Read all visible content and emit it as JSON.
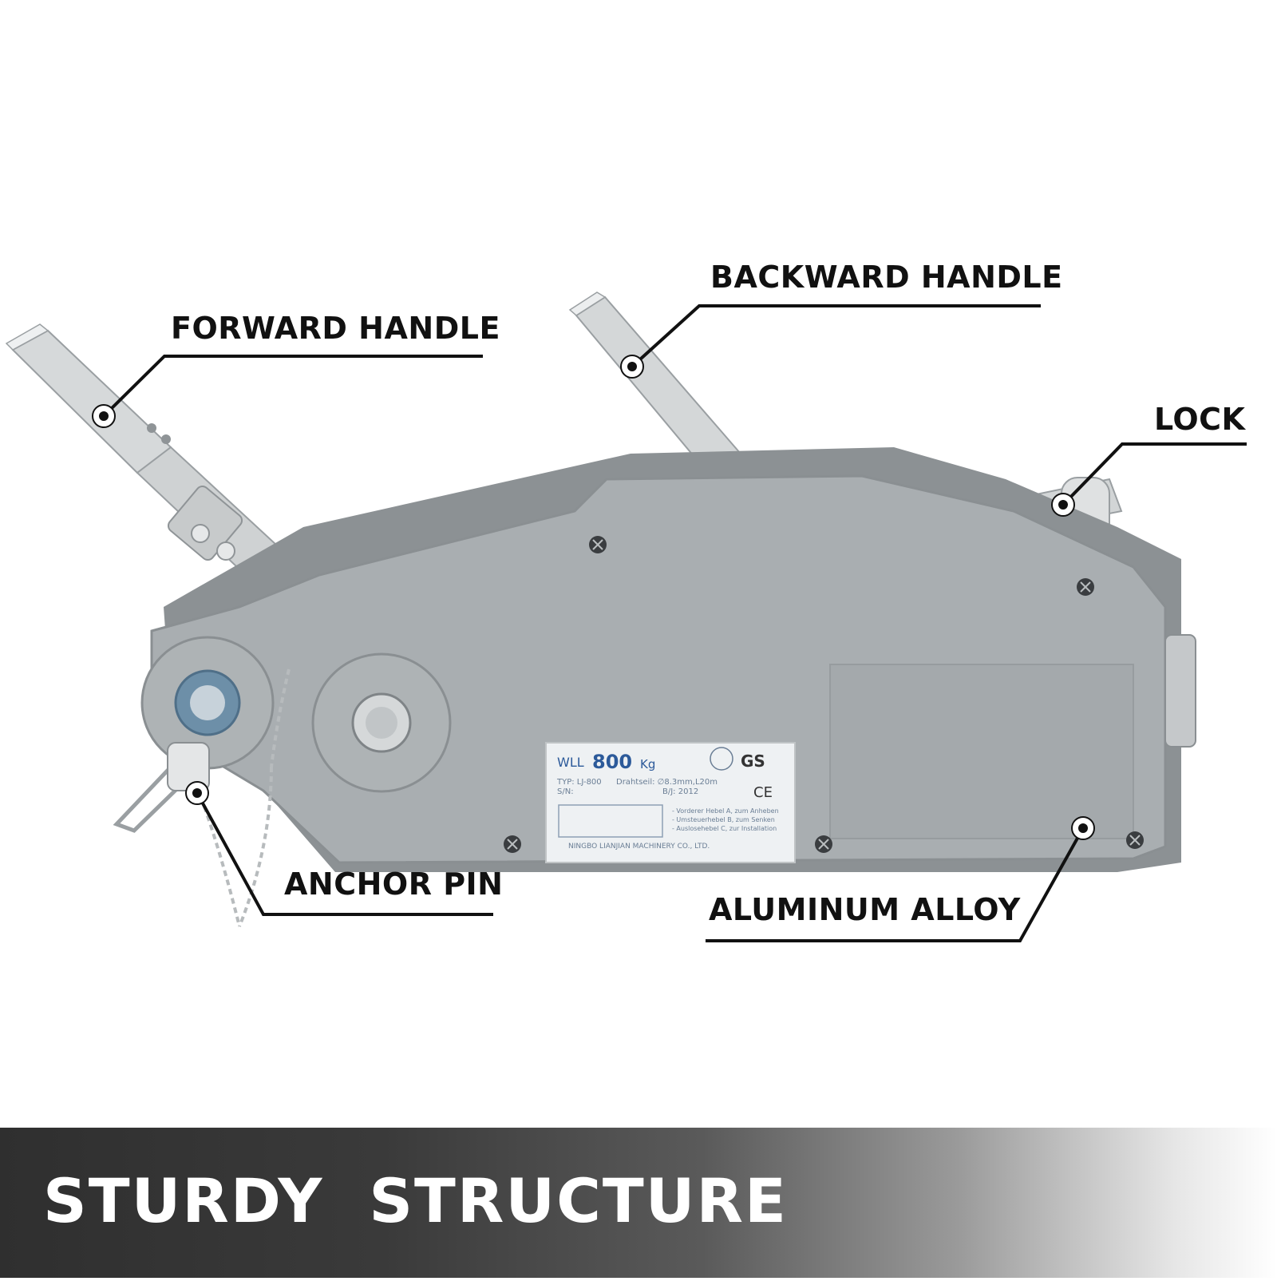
{
  "callouts": {
    "forward_handle": "FORWARD HANDLE",
    "backward_handle": "BACKWARD HANDLE",
    "lock": "LOCK",
    "anchor_pin": "ANCHOR PIN",
    "aluminum_alloy": "ALUMINUM ALLOY"
  },
  "nameplate": {
    "wll_label": "WLL",
    "wll_value": "800",
    "wll_unit": "Kg",
    "type_line": "TYP: LJ-800",
    "sn_line": "S/N:",
    "wire_line": "Drahtseil: ∅8.3mm,L20m",
    "date_line": "B/J: 2012",
    "instr_a": "- Vorderer Hebel A, zum Anheben",
    "instr_b": "- Umsteuerhebel B, zum Senken",
    "instr_c": "- Auslosehebel C, zur Installation",
    "manufacturer": "NINGBO LIANJIAN MACHINERY CO., LTD.",
    "gs_mark": "GS",
    "ce_mark": "CE"
  },
  "banner": {
    "title": "STURDY  STRUCTURE"
  },
  "colors": {
    "housing": "#a9aeb1",
    "housing_shadow": "#8c9194",
    "handle": "#d9dcdd",
    "banner_dark": "#2f2f2f",
    "callout_line": "#111111"
  }
}
